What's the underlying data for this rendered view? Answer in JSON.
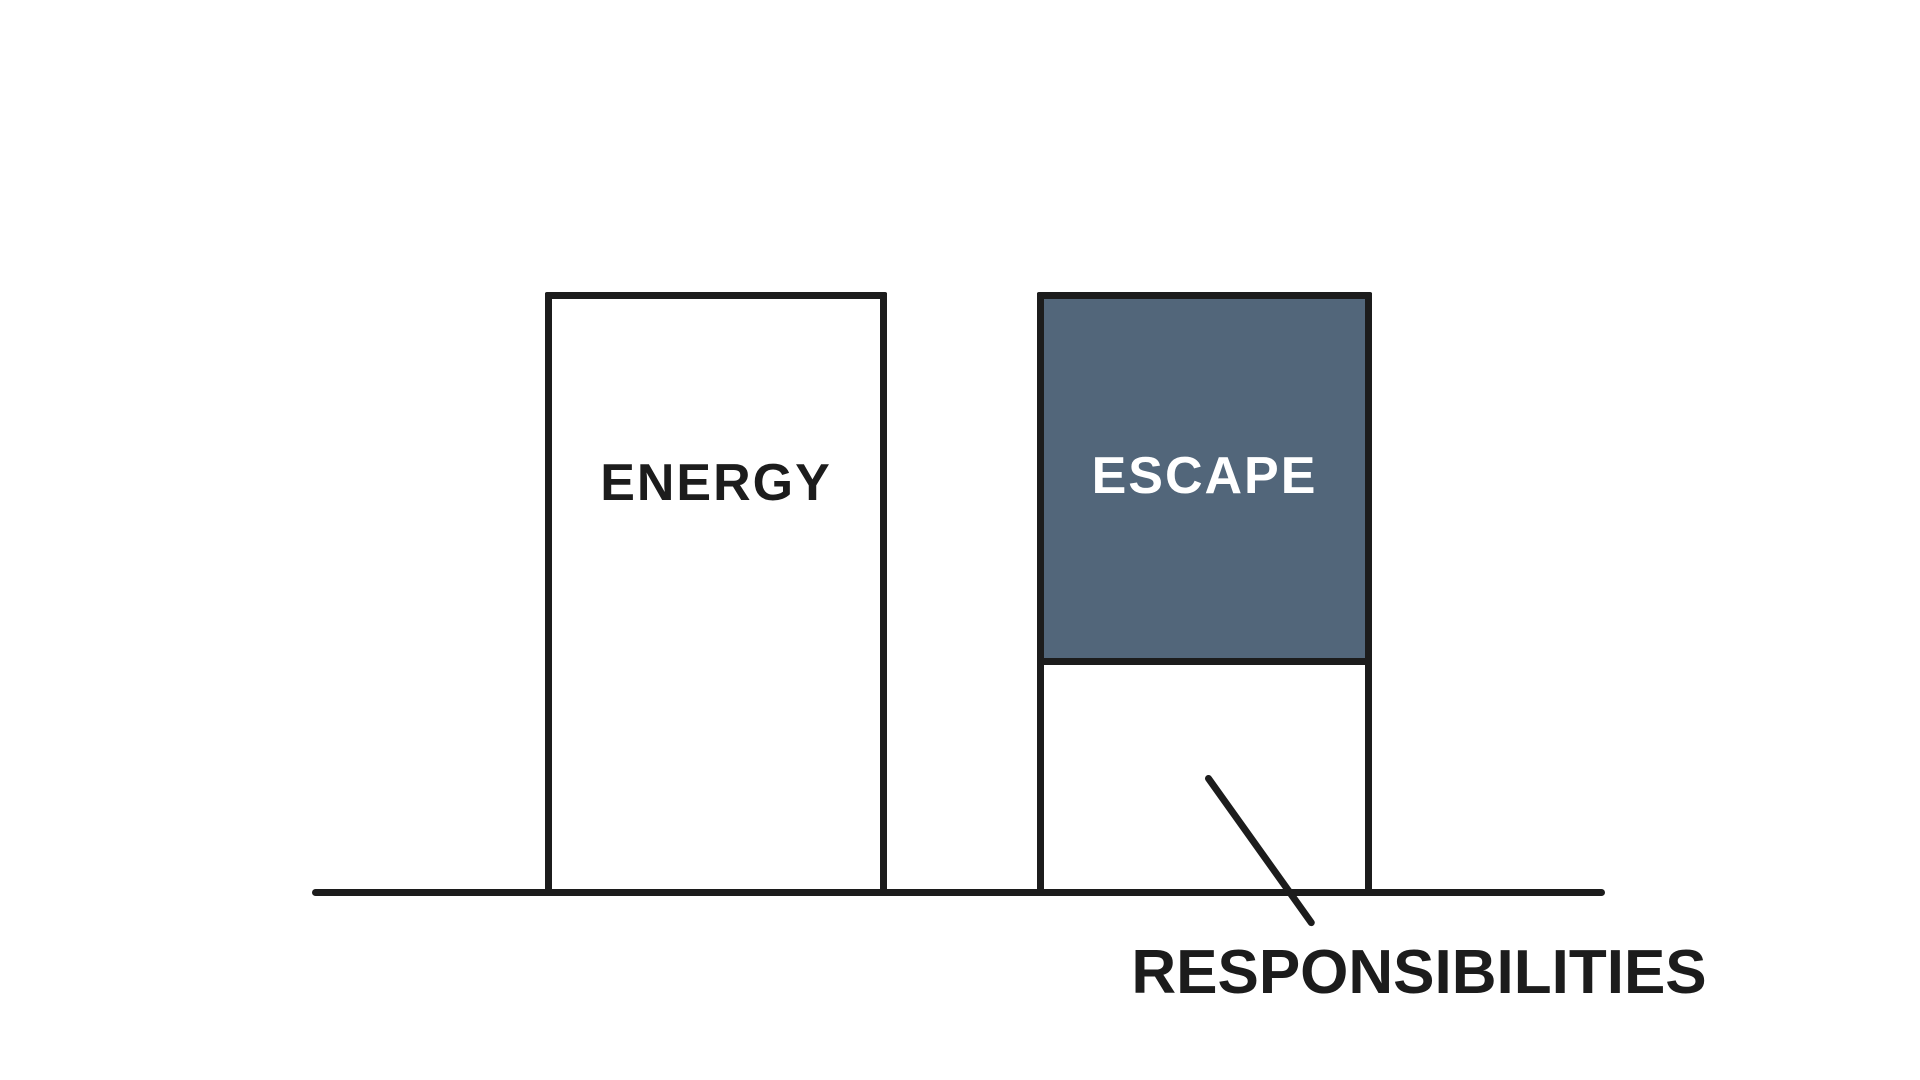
{
  "chart_data": {
    "type": "bar",
    "title": "",
    "categories": [
      "ENERGY",
      "ESCAPE"
    ],
    "bars": [
      {
        "label": "ENERGY",
        "height_pct": 100,
        "fill": "#ffffff",
        "outline": "#1c1c1c"
      },
      {
        "label": "ESCAPE",
        "height_pct": 100,
        "outline": "#1c1c1c",
        "segments": [
          {
            "name": "ESCAPE",
            "from_pct": 37,
            "to_pct": 100,
            "fill": "#52667a",
            "label": "ESCAPE",
            "label_color": "#ffffff"
          },
          {
            "name": "RESPONSIBILITIES",
            "from_pct": 0,
            "to_pct": 37,
            "fill": "#ffffff",
            "label": ""
          }
        ]
      }
    ],
    "annotation": {
      "text": "RESPONSIBILITIES",
      "points_to": "bottom white segment of ESCAPE bar"
    },
    "axis": {
      "baseline": true,
      "gridlines": false,
      "legend": false,
      "ylim": [
        0,
        100
      ]
    }
  },
  "colors": {
    "bar-fill": "#52667a",
    "line": "#1c1c1c",
    "background": "#ffffff",
    "label-on-fill": "#ffffff"
  }
}
